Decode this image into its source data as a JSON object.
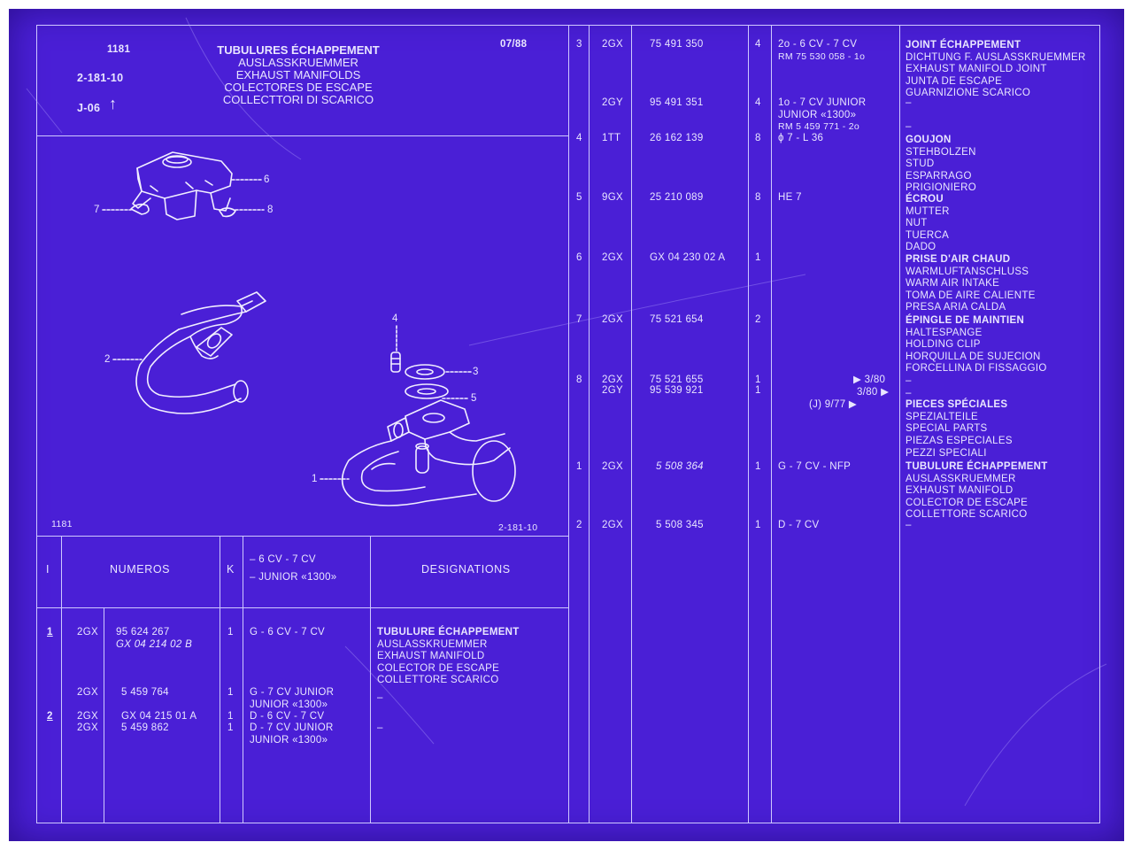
{
  "header": {
    "page_no": "1181",
    "ref": "2-181-10",
    "date": "07/88",
    "group": "J-06",
    "arrow": "↑",
    "titles": [
      "TUBULURES ÉCHAPPEMENT",
      "AUSLASSKRUEMMER",
      "EXHAUST MANIFOLDS",
      "COLECTORES DE ESCAPE",
      "COLLECTTORI DI SCARICO"
    ]
  },
  "figure": {
    "callouts": [
      "1",
      "2",
      "3",
      "4",
      "5",
      "6",
      "7",
      "8"
    ],
    "footer_left": "1181",
    "footer_right": "2-181-10"
  },
  "table_head": {
    "col_i": "I",
    "col_numeros": "NUMEROS",
    "col_k": "K",
    "variant_1": "– 6 CV - 7 CV",
    "variant_2": "– JUNIOR «1300»",
    "col_designations": "DESIGNATIONS"
  },
  "left_rows": [
    {
      "i": "1",
      "code": "2GX",
      "num": "95 624 267",
      "num2": "GX 04 214 02 B",
      "k": "1",
      "variant": [
        "G - 6 CV - 7 CV"
      ],
      "desig": [
        "TUBULURE ÉCHAPPEMENT",
        "AUSLASSKRUEMMER",
        "EXHAUST MANIFOLD",
        "COLECTOR DE ESCAPE",
        "COLLETTORE SCARICO"
      ]
    },
    {
      "i": "",
      "code": "2GX",
      "num": "5 459 764",
      "num2": "",
      "k": "1",
      "variant": [
        "G - 7 CV JUNIOR",
        "JUNIOR «1300»"
      ],
      "desig": [
        "–"
      ]
    },
    {
      "i": "2",
      "code": "2GX",
      "num": "GX 04 215 01 A",
      "num2": "",
      "k": "1",
      "variant": [
        "D - 6 CV - 7 CV"
      ],
      "desig": []
    },
    {
      "i": "",
      "code": "2GX",
      "num": "5 459 862",
      "num2": "",
      "k": "1",
      "variant": [
        "D - 7 CV JUNIOR",
        "JUNIOR «1300»"
      ],
      "desig": [
        "–"
      ]
    }
  ],
  "right_rows": [
    {
      "i": "3",
      "code": [
        "2GX"
      ],
      "num": [
        "75 491 350"
      ],
      "k": [
        "4"
      ],
      "variant": [
        "2o - 6 CV - 7 CV",
        "RM 75 530 058 - 1o"
      ],
      "desig": [
        "JOINT ÉCHAPPEMENT",
        "DICHTUNG F. AUSLASSKRUEMMER",
        "EXHAUST MANIFOLD JOINT",
        "JUNTA DE ESCAPE",
        "GUARNIZIONE SCARICO"
      ]
    },
    {
      "i": "",
      "code": [
        "2GY"
      ],
      "num": [
        "95 491 351"
      ],
      "k": [
        "4"
      ],
      "variant": [
        "1o - 7 CV JUNIOR",
        "JUNIOR «1300»",
        "RM 5 459 771 - 2o"
      ],
      "desig": [
        "–",
        "",
        "–"
      ]
    },
    {
      "i": "4",
      "code": [
        "1TT"
      ],
      "num": [
        "26 162 139"
      ],
      "k": [
        "8"
      ],
      "variant": [
        "ϕ 7 - L 36"
      ],
      "desig": [
        "GOUJON",
        "STEHBOLZEN",
        "STUD",
        "ESPARRAGO",
        "PRIGIONIERO"
      ]
    },
    {
      "i": "5",
      "code": [
        "9GX"
      ],
      "num": [
        "25 210 089"
      ],
      "k": [
        "8"
      ],
      "variant": [
        "HE 7"
      ],
      "desig": [
        "ÉCROU",
        "MUTTER",
        "NUT",
        "TUERCA",
        "DADO"
      ]
    },
    {
      "i": "6",
      "code": [
        "2GX"
      ],
      "num": [
        "GX 04 230 02 A"
      ],
      "k": [
        "1"
      ],
      "variant": [],
      "desig": [
        "PRISE D'AIR CHAUD",
        "WARMLUFTANSCHLUSS",
        "WARM AIR INTAKE",
        "TOMA DE AIRE CALIENTE",
        "PRESA ARIA CALDA"
      ]
    },
    {
      "i": "7",
      "code": [
        "2GX"
      ],
      "num": [
        "75 521 654"
      ],
      "k": [
        "2"
      ],
      "variant": [],
      "desig": [
        "ÉPINGLE DE MAINTIEN",
        "HALTESPANGE",
        "HOLDING CLIP",
        "HORQUILLA DE SUJECION",
        "FORCELLINA DI FISSAGGIO"
      ]
    },
    {
      "i": "8",
      "code": [
        "2GX",
        "2GY"
      ],
      "num": [
        "75 521 655",
        "95 539 921"
      ],
      "k": [
        "1",
        "1"
      ],
      "variant": [],
      "dates": [
        "▶ 3/80",
        "3/80 ▶",
        "(J) 9/77 ▶"
      ],
      "desig": [
        "–",
        "–",
        "PIECES SPÉCIALES",
        "SPEZIALTEILE",
        "SPECIAL PARTS",
        "PIEZAS ESPECIALES",
        "PEZZI SPECIALI"
      ]
    },
    {
      "i": "1",
      "code": [
        "2GX"
      ],
      "num": [
        "5 508 364"
      ],
      "k": [
        "1"
      ],
      "variant": [
        "G - 7 CV - NFP"
      ],
      "desig": [
        "TUBULURE ÉCHAPPEMENT",
        "AUSLASSKRUEMMER",
        "EXHAUST MANIFOLD",
        "COLECTOR DE ESCAPE",
        "COLLETTORE SCARICO"
      ]
    },
    {
      "i": "2",
      "code": [
        "2GX"
      ],
      "num": [
        "5 508 345"
      ],
      "k": [
        "1"
      ],
      "variant": [
        "D - 7 CV"
      ],
      "desig": [
        "–"
      ]
    }
  ]
}
